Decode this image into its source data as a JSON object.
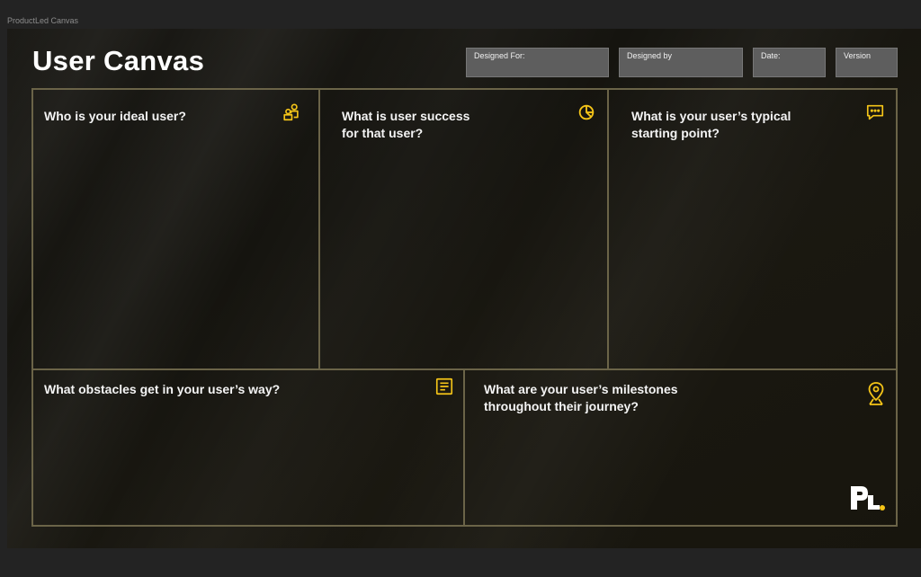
{
  "app": {
    "title": "ProductLed Canvas"
  },
  "canvas": {
    "title": "User Canvas",
    "fields": {
      "designed_for": "Designed For:",
      "designed_by": "Designed by",
      "date": "Date:",
      "version": "Version"
    },
    "sections": {
      "ideal_user": "Who is your ideal user?",
      "user_success_1": "What is user success",
      "user_success_2": "for that user?",
      "starting_point_1": "What is your user’s typical",
      "starting_point_2": "starting point?",
      "obstacles": "What obstacles get in your user’s way?",
      "milestones_1": "What are your user’s milestones",
      "milestones_2": "throughout their journey?"
    },
    "icons": {
      "ideal_user": "users-icon",
      "user_success": "pie-chart-icon",
      "starting_point": "chat-bubble-icon",
      "obstacles": "document-icon",
      "milestones": "map-pin-icon"
    },
    "colors": {
      "accent": "#f5c518",
      "grid": "#6b6448"
    }
  }
}
